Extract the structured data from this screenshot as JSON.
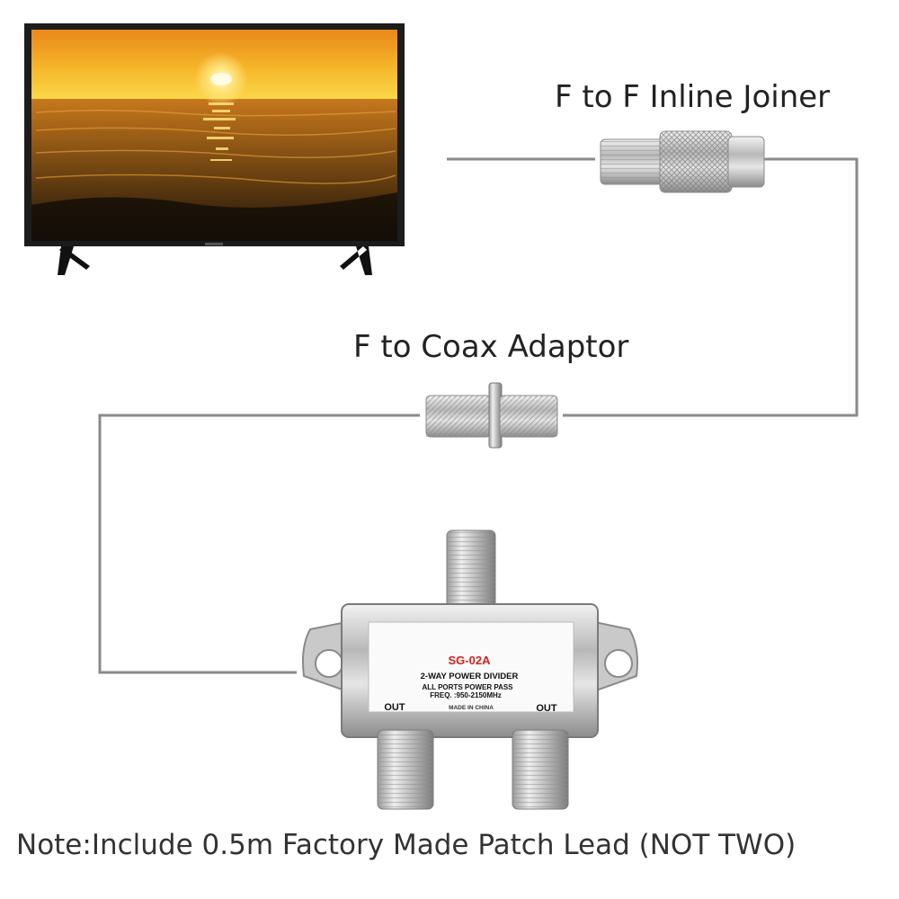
{
  "labels": {
    "inline_joiner": "F to F Inline Joiner",
    "coax_adaptor": "F to Coax Adaptor"
  },
  "splitter": {
    "model": "SG-02A",
    "line1": "2-WAY POWER DIVIDER",
    "line2": "ALL PORTS  POWER PASS",
    "line3": "FREQ. :950-2150MHz",
    "line4": "MADE IN CHINA",
    "out_left": "OUT",
    "out_right": "OUT"
  },
  "note": "Note:Include 0.5m Factory Made Patch Lead  (NOT  TWO)",
  "colors": {
    "cable": "#8a8a8a",
    "model_text": "#d32020",
    "metal": "#c8c8c8"
  }
}
